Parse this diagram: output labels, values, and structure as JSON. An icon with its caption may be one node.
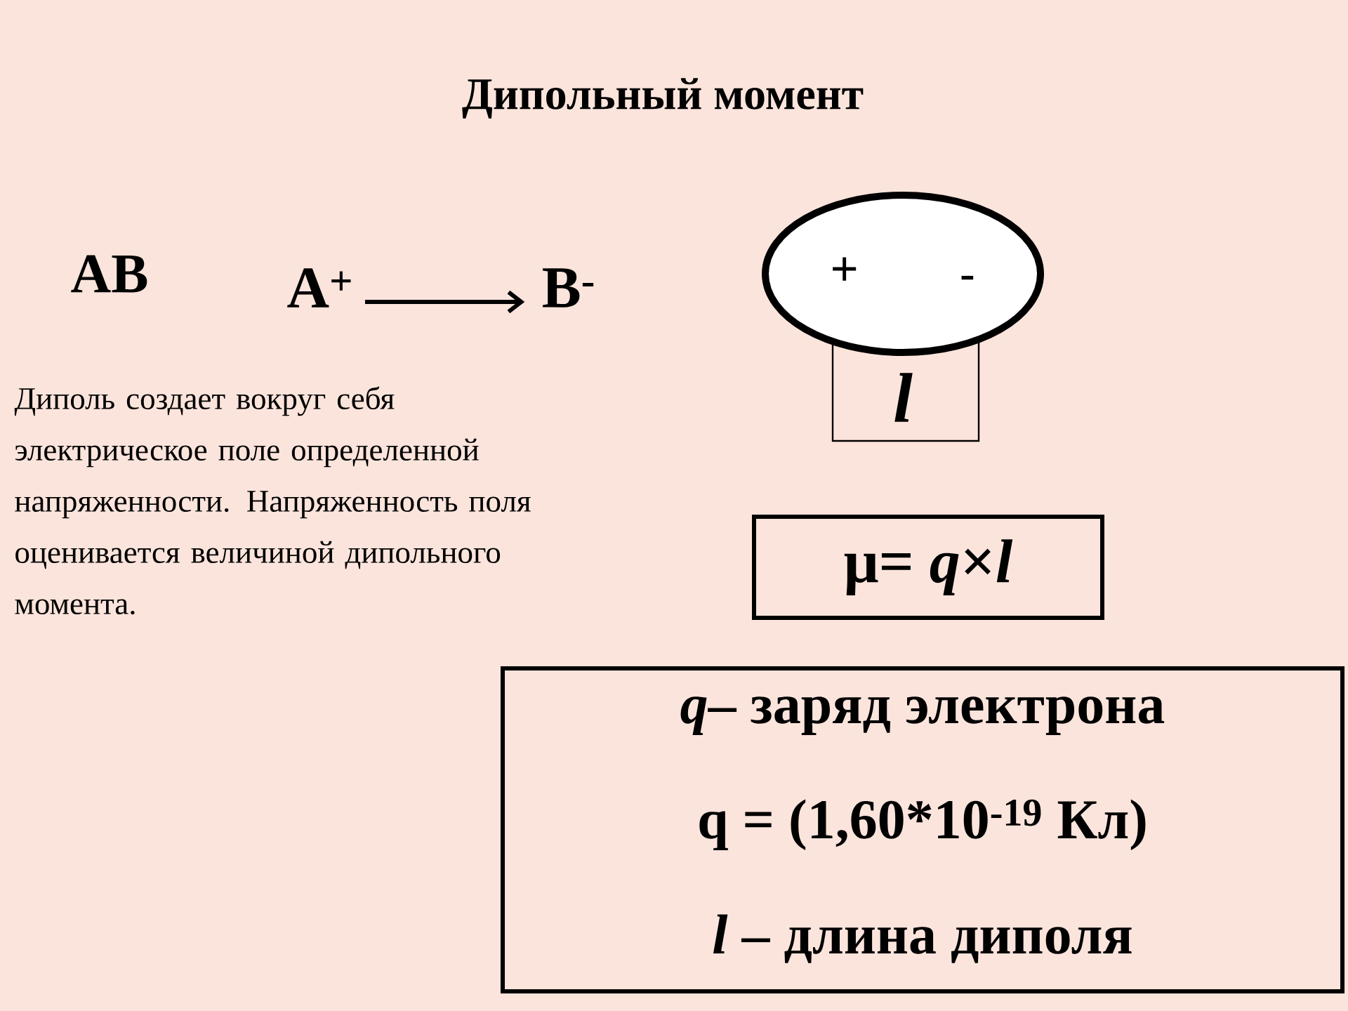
{
  "diagram": {
    "title": "Дипольный момент",
    "nodes": [
      {
        "text": [
          "A$^{+}$"
        ]
      },
      {
        "text": [
          "B$^{-}$"
        ]
      },
      {
        "text": [
          "+",
          "-"
        ]
      },
      {
        "text": [
          "μ= *q*×*l*"
        ]
      },
      {
        "text": [
          "*q*– заряд электрона",
          "q = (1,60*10$^{-19}$ Кл)",
          "*l* – длина диполя"
        ]
      }
    ],
    "edges": [
      {
        "from": 0,
        "to": 1,
        "arrow": "to"
      }
    ],
    "labels": [
      "AB",
      "Диполь создает вокруг себя электрическое поле определенной напряженности. Напряженность поля оценивается величиной дипольного момента.",
      "*l*"
    ]
  }
}
